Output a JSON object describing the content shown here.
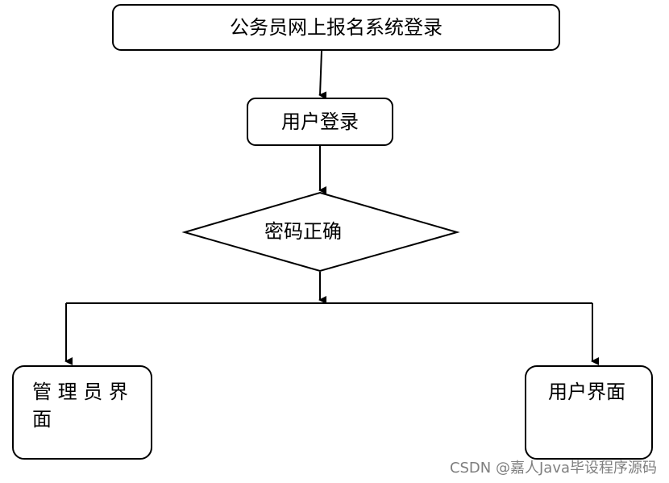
{
  "diagram": {
    "nodes": {
      "system_login": "公务员网上报名系统登录",
      "user_login": "用户登录",
      "password_check": "密码正确",
      "admin_page_line1": "管 理 员 界",
      "admin_page_line2": "面",
      "user_page": "用户界面"
    },
    "edges": [
      {
        "from": "system_login",
        "to": "user_login"
      },
      {
        "from": "user_login",
        "to": "password_check"
      },
      {
        "from": "password_check",
        "to": "admin_page"
      },
      {
        "from": "password_check",
        "to": "user_page"
      }
    ]
  },
  "watermark": "CSDN @嘉人Java毕设程序源码",
  "colors": {
    "stroke": "#000000",
    "fill": "#ffffff",
    "watermark": "#7f7f7f"
  }
}
